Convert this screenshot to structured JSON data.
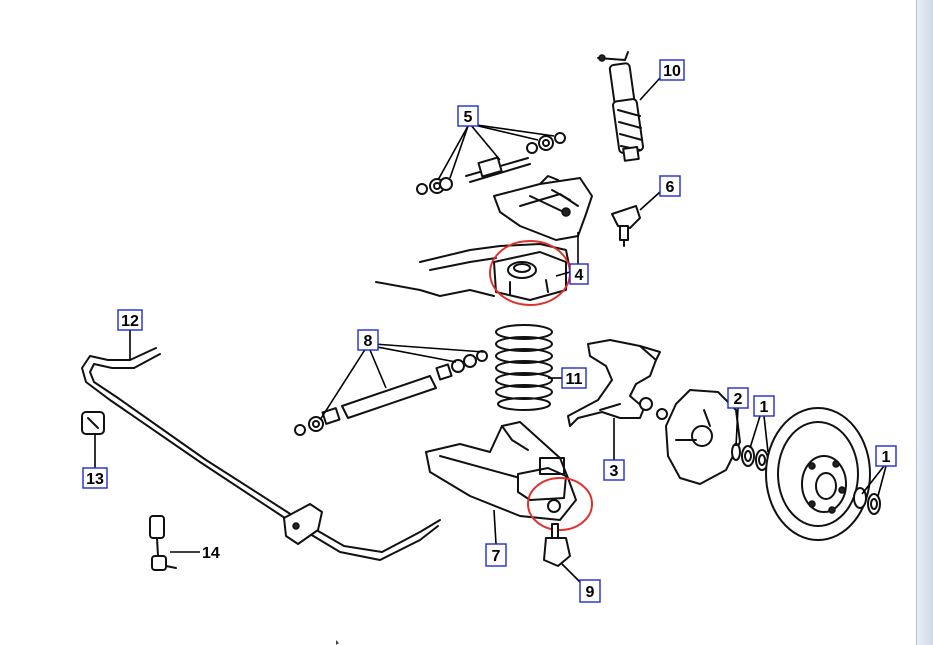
{
  "callouts": [
    {
      "id": "c10",
      "label": "10"
    },
    {
      "id": "c5",
      "label": "5"
    },
    {
      "id": "c6",
      "label": "6"
    },
    {
      "id": "c4",
      "label": "4"
    },
    {
      "id": "c12",
      "label": "12"
    },
    {
      "id": "c8",
      "label": "8"
    },
    {
      "id": "c11",
      "label": "11"
    },
    {
      "id": "c2",
      "label": "2"
    },
    {
      "id": "c1a",
      "label": "1"
    },
    {
      "id": "c1b",
      "label": "1"
    },
    {
      "id": "c13",
      "label": "13"
    },
    {
      "id": "c3",
      "label": "3"
    },
    {
      "id": "c7",
      "label": "7"
    },
    {
      "id": "c9",
      "label": "9"
    }
  ],
  "plain_labels": [
    {
      "id": "p14",
      "label": "14"
    }
  ],
  "highlight_color": "#e0302a",
  "callout_border_color": "#1f2ad6"
}
